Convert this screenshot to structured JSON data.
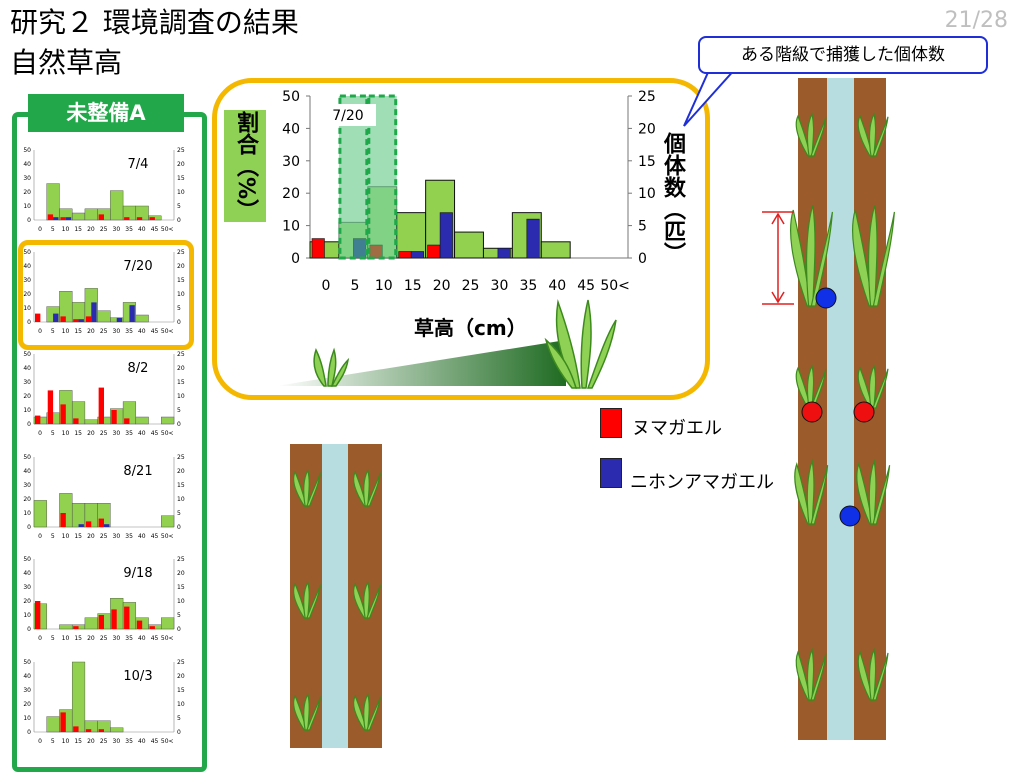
{
  "slide": {
    "title_line1": "研究２ 環境調査の結果",
    "title_line2": "自然草高",
    "page_number": "21/28",
    "panel_label": "未整備A",
    "callout": "ある階級で捕獲した個体数",
    "legend": [
      {
        "label": "ヌマガエル",
        "color": "#ff0000"
      },
      {
        "label": "ニホンアマガエル",
        "color": "#2b2bb0"
      }
    ],
    "colors": {
      "grass_bar": "#92d050",
      "frame_orange": "#f5b800",
      "panel_green": "#22a84a",
      "soil": "#9c5b2a",
      "water": "#b8dde0"
    }
  },
  "chart_data": [
    {
      "type": "bar",
      "title": "7/20",
      "main": true,
      "categories": [
        "0",
        "5",
        "10",
        "15",
        "20",
        "25",
        "30",
        "35",
        "40",
        "45",
        "50<"
      ],
      "left_axis": {
        "label": "割合（%）",
        "ylim": [
          0,
          50
        ],
        "ticks": [
          "0",
          "10",
          "20",
          "30",
          "40",
          "50"
        ]
      },
      "right_axis": {
        "label": "個体数（匹）",
        "ylim": [
          0,
          25
        ],
        "ticks": [
          "0",
          "5",
          "10",
          "15",
          "20",
          "25"
        ]
      },
      "xlabel": "草高（cm）",
      "series": [
        {
          "name": "",
          "axis": "left",
          "values": [
            5,
            11,
            22,
            14,
            24,
            8,
            3,
            14,
            5,
            0,
            0
          ]
        },
        {
          "name": "ヌマガエル",
          "axis": "right",
          "values": [
            3,
            0,
            2,
            1,
            2,
            0,
            0,
            0,
            0,
            0,
            0
          ]
        },
        {
          "name": "ニホンアマガエル",
          "axis": "right",
          "values": [
            0,
            3,
            0,
            1,
            7,
            0,
            1.5,
            6,
            0,
            0,
            0
          ]
        }
      ],
      "highlight_categories": [
        1,
        2
      ]
    },
    {
      "type": "bar",
      "title": "7/4",
      "categories": [
        "0",
        "5",
        "10",
        "15",
        "20",
        "25",
        "30",
        "35",
        "40",
        "45",
        "50<"
      ],
      "ylim": [
        0,
        50
      ],
      "y2lim": [
        0,
        25
      ],
      "series": [
        {
          "name": "",
          "values": [
            0,
            26,
            8,
            5,
            8,
            8,
            21,
            10,
            10,
            3,
            0
          ]
        },
        {
          "name": "ヌマガエル",
          "values": [
            0,
            2,
            1,
            0,
            0,
            2,
            0,
            1,
            1,
            1,
            0
          ]
        },
        {
          "name": "ニホンアマガエル",
          "values": [
            0,
            1,
            1,
            0,
            0,
            0,
            0,
            0,
            0,
            0,
            0
          ]
        }
      ]
    },
    {
      "type": "bar",
      "title": "7/20",
      "categories": [
        "0",
        "5",
        "10",
        "15",
        "20",
        "25",
        "30",
        "35",
        "40",
        "45",
        "50<"
      ],
      "ylim": [
        0,
        50
      ],
      "y2lim": [
        0,
        25
      ],
      "series": [
        {
          "name": "",
          "values": [
            0,
            11,
            22,
            14,
            24,
            8,
            3,
            14,
            5,
            0,
            0
          ]
        },
        {
          "name": "ヌマガエル",
          "values": [
            3,
            0,
            2,
            1,
            2,
            0,
            0,
            0,
            0,
            0,
            0
          ]
        },
        {
          "name": "ニホンアマガエル",
          "values": [
            0,
            3,
            0,
            1,
            7,
            0,
            1.5,
            6,
            0,
            0,
            0
          ]
        }
      ]
    },
    {
      "type": "bar",
      "title": "8/2",
      "categories": [
        "0",
        "5",
        "10",
        "15",
        "20",
        "25",
        "30",
        "35",
        "40",
        "45",
        "50<"
      ],
      "ylim": [
        0,
        50
      ],
      "y2lim": [
        0,
        25
      ],
      "series": [
        {
          "name": "",
          "values": [
            5,
            8,
            24,
            16,
            3,
            5,
            11,
            16,
            5,
            0,
            5
          ]
        },
        {
          "name": "ヌマガエル",
          "values": [
            3,
            12,
            7,
            2,
            0,
            13,
            5,
            2,
            0,
            0,
            0
          ]
        },
        {
          "name": "ニホンアマガエル",
          "values": [
            0,
            0,
            0,
            0,
            0,
            0,
            0,
            0,
            0,
            0,
            0
          ]
        }
      ]
    },
    {
      "type": "bar",
      "title": "8/21",
      "categories": [
        "0",
        "5",
        "10",
        "15",
        "20",
        "25",
        "30",
        "35",
        "40",
        "45",
        "50<"
      ],
      "ylim": [
        0,
        50
      ],
      "y2lim": [
        0,
        25
      ],
      "series": [
        {
          "name": "",
          "values": [
            19,
            0,
            24,
            17,
            17,
            17,
            0,
            0,
            0,
            0,
            8
          ]
        },
        {
          "name": "ヌマガエル",
          "values": [
            0,
            0,
            5,
            0,
            2,
            3,
            0,
            0,
            0,
            0,
            0
          ]
        },
        {
          "name": "ニホンアマガエル",
          "values": [
            0,
            0,
            0,
            1,
            0,
            1,
            0,
            0,
            0,
            0,
            0
          ]
        }
      ]
    },
    {
      "type": "bar",
      "title": "9/18",
      "categories": [
        "0",
        "5",
        "10",
        "15",
        "20",
        "25",
        "30",
        "35",
        "40",
        "45",
        "50<"
      ],
      "ylim": [
        0,
        50
      ],
      "y2lim": [
        0,
        25
      ],
      "series": [
        {
          "name": "",
          "values": [
            18,
            0,
            3,
            3,
            8,
            11,
            22,
            19,
            8,
            3,
            8
          ]
        },
        {
          "name": "ヌマガエル",
          "values": [
            10,
            0,
            0,
            1,
            0,
            5,
            7,
            8,
            3,
            1,
            0
          ]
        },
        {
          "name": "ニホンアマガエル",
          "values": [
            0,
            0,
            0,
            0,
            0,
            0,
            0,
            0,
            0,
            0,
            0
          ]
        }
      ]
    },
    {
      "type": "bar",
      "title": "10/3",
      "categories": [
        "0",
        "5",
        "10",
        "15",
        "20",
        "25",
        "30",
        "35",
        "40",
        "45",
        "50<"
      ],
      "ylim": [
        0,
        50
      ],
      "y2lim": [
        0,
        25
      ],
      "series": [
        {
          "name": "",
          "values": [
            0,
            11,
            16,
            50,
            8,
            8,
            3,
            0,
            0,
            0,
            0
          ]
        },
        {
          "name": "ヌマガエル",
          "values": [
            0,
            0,
            7,
            2,
            1,
            1,
            0,
            0,
            0,
            0,
            0
          ]
        },
        {
          "name": "ニホンアマガエル",
          "values": [
            0,
            0,
            0,
            0,
            0,
            0,
            0,
            0,
            0,
            0,
            0
          ]
        }
      ]
    }
  ]
}
